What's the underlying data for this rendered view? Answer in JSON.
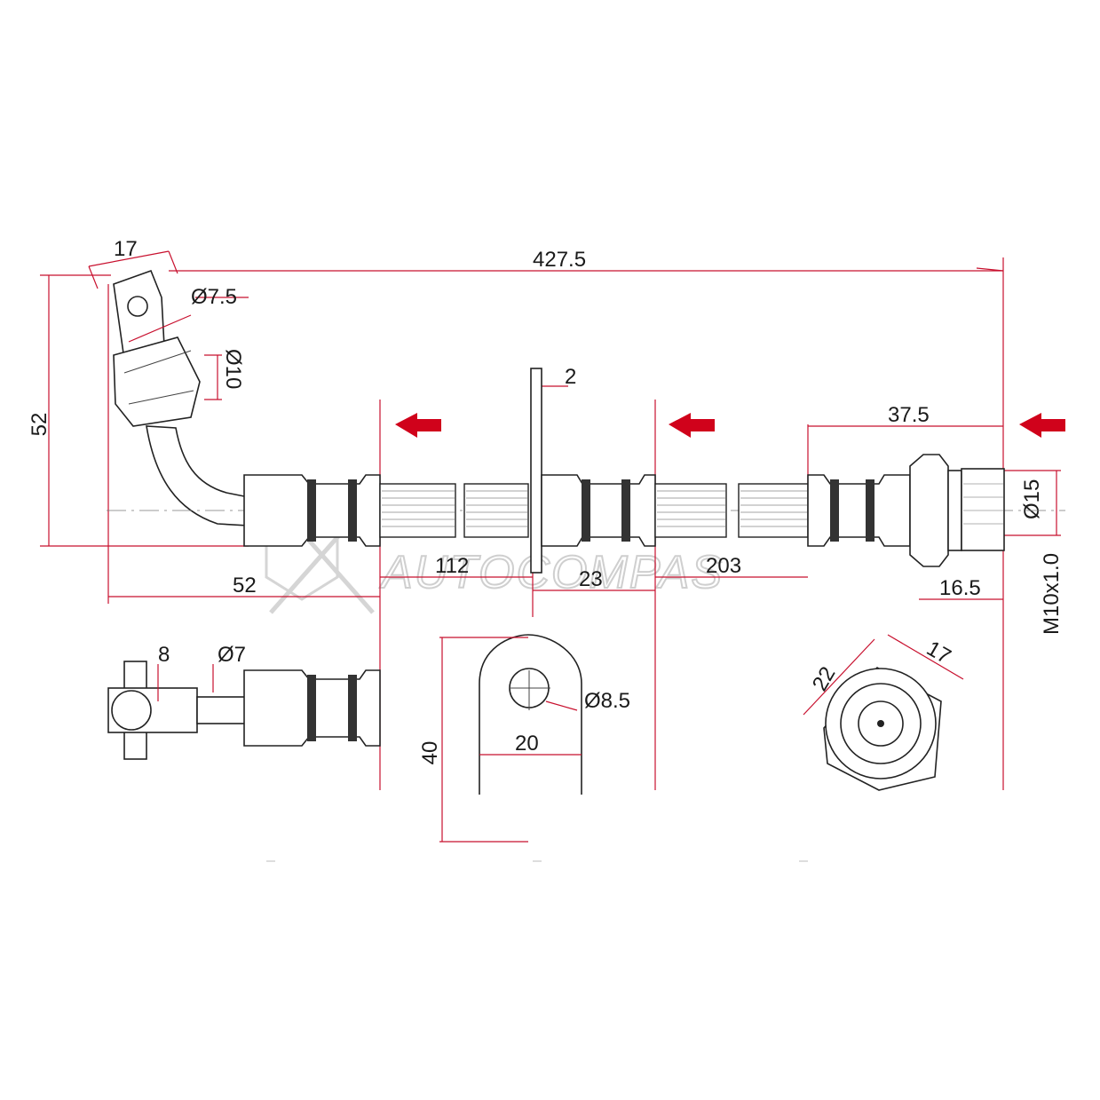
{
  "watermark": "AUTOCOMPAS",
  "dimensions": {
    "overall_length": "427.5",
    "bracket_width": "17",
    "hole_dia_bracket": "Ø7.5",
    "fitting_dia": "Ø10",
    "height_left": "52",
    "bottom_left": "52",
    "plate_thickness": "2",
    "seg_112": "112",
    "seg_23": "23",
    "seg_203": "203",
    "end_fitting_length": "37.5",
    "end_dia": "Ø15",
    "thread": "M10x1.0",
    "thread_length": "16.5",
    "side_8": "8",
    "side_dia7": "Ø7",
    "clip_height": "40",
    "clip_width": "20",
    "clip_hole": "Ø8.5",
    "hex_22": "22",
    "hex_17": "17"
  },
  "colors": {
    "dimension_lines": "#c8102e",
    "arrows": "#d0021b",
    "outline": "#222222"
  }
}
